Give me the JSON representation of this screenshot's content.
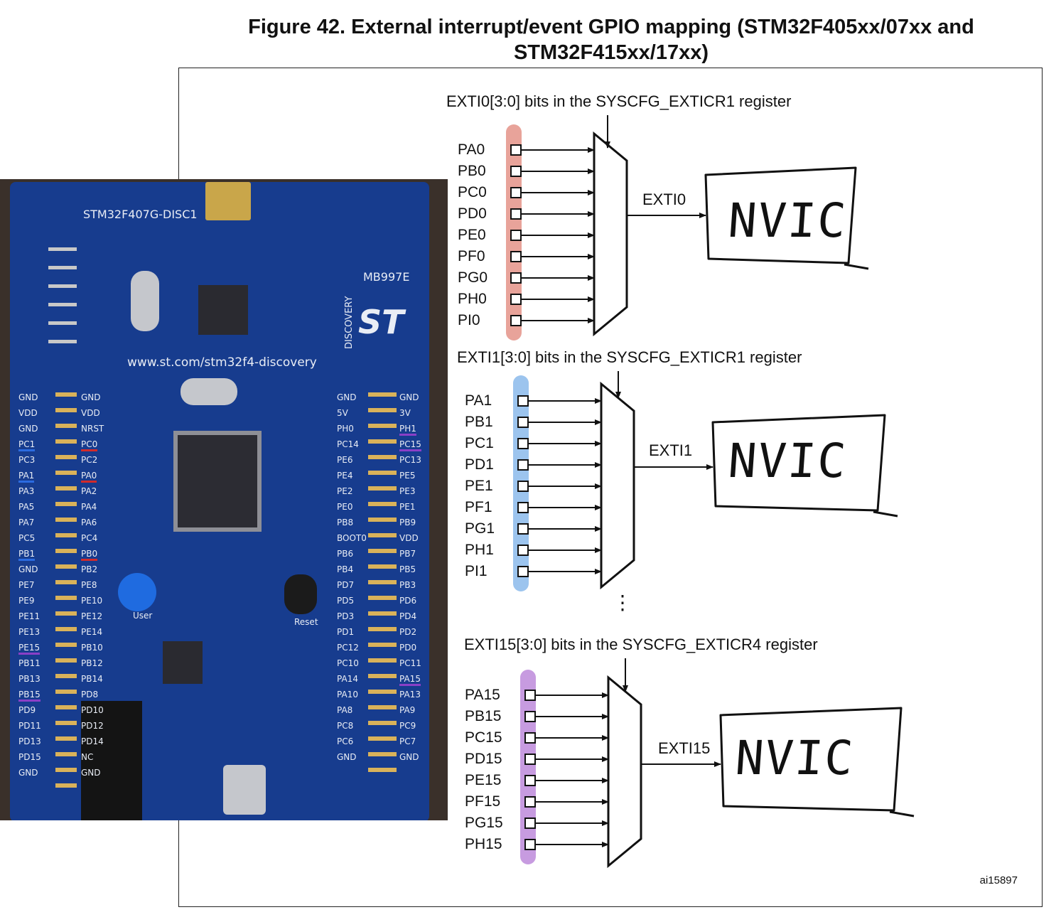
{
  "title": {
    "line1": "Figure 42. External interrupt/event GPIO mapping (STM32F405xx/07xx and",
    "line2": "STM32F415xx/17xx)"
  },
  "figure_code": "ai15897",
  "groups": [
    {
      "register_label": "EXTI0[3:0] bits in the SYSCFG_EXTICR1 register",
      "pins": [
        "PA0",
        "PB0",
        "PC0",
        "PD0",
        "PE0",
        "PF0",
        "PG0",
        "PH0",
        "PI0"
      ],
      "output": "EXTI0",
      "nvic": "NVIC",
      "highlight_color": "#e8a39a"
    },
    {
      "register_label": "EXTI1[3:0] bits in the SYSCFG_EXTICR1 register",
      "pins": [
        "PA1",
        "PB1",
        "PC1",
        "PD1",
        "PE1",
        "PF1",
        "PG1",
        "PH1",
        "PI1"
      ],
      "output": "EXTI1",
      "nvic": "NVIC",
      "highlight_color": "#9cc4ee"
    },
    {
      "register_label": "EXTI15[3:0] bits in the SYSCFG_EXTICR4 register",
      "pins": [
        "PA15",
        "PB15",
        "PC15",
        "PD15",
        "PE15",
        "PF15",
        "PG15",
        "PH15"
      ],
      "output": "EXTI15",
      "nvic": "NVIC",
      "highlight_color": "#c79be0"
    }
  ],
  "ellipsis": "⋮",
  "board": {
    "name": "STM32F407G-DISC1",
    "url": "www.st.com/stm32f4-discovery",
    "model": "MB997E",
    "discovery": "DISCOVERY",
    "logo": "ST",
    "user_label": "User",
    "reset_label": "Reset",
    "boot_label": "BOOT0",
    "left_header_outer": [
      "GND",
      "VDD",
      "GND",
      "PC1",
      "PC3",
      "PA1",
      "PA3",
      "PA5",
      "PA7",
      "PC5",
      "PB1",
      "GND",
      "PE7",
      "PE9",
      "PE11",
      "PE13",
      "PE15",
      "PB11",
      "PB13",
      "PB15",
      "PD9",
      "PD11",
      "PD13",
      "PD15",
      "GND"
    ],
    "left_header_inner": [
      "GND",
      "VDD",
      "NRST",
      "PC0",
      "PC2",
      "PA0",
      "PA2",
      "PA4",
      "PA6",
      "PC4",
      "PB0",
      "PB2",
      "PE8",
      "PE10",
      "PE12",
      "PE14",
      "PB10",
      "PB12",
      "PB14",
      "PD8",
      "PD10",
      "PD12",
      "PD14",
      "NC",
      "GND"
    ],
    "right_header_inner": [
      "GND",
      "5V",
      "PH0",
      "PC14",
      "PE6",
      "PE4",
      "PE2",
      "PE0",
      "PB8",
      "BOOT0",
      "PB6",
      "PB4",
      "PD7",
      "PD5",
      "PD3",
      "PD1",
      "PC12",
      "PC10",
      "PA14",
      "PA10",
      "PA8",
      "PC8",
      "PC6",
      "GND"
    ],
    "right_header_outer": [
      "GND",
      "3V",
      "PH1",
      "PC15",
      "PC13",
      "PE5",
      "PE3",
      "PE1",
      "PB9",
      "VDD",
      "PB7",
      "PB5",
      "PB3",
      "PD6",
      "PD4",
      "PD2",
      "PD0",
      "PC11",
      "PA15",
      "PA13",
      "PA9",
      "PC9",
      "PC7",
      "GND"
    ],
    "highlight_left_outer": {
      "PC1": "#2b6be0",
      "PA1": "#2b6be0",
      "PB1": "#2b6be0",
      "PE15": "#8a3fc7",
      "PB15": "#8a3fc7"
    },
    "highlight_left_inner": {
      "PC0": "#d22b2b",
      "PA0": "#d22b2b",
      "PB0": "#d22b2b"
    },
    "highlight_right_outer": {
      "PH1": "#8a3fc7",
      "PC15": "#8a3fc7",
      "PA15": "#8a3fc7"
    }
  }
}
